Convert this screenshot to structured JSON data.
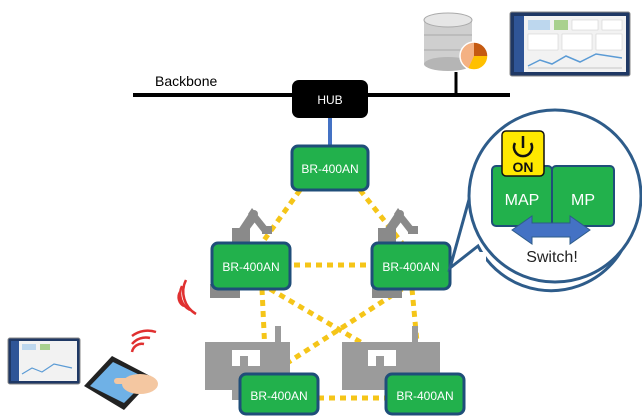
{
  "backbone": {
    "label": "Backbone"
  },
  "hub": {
    "label": "HUB"
  },
  "nodes": [
    {
      "id": "top",
      "label": "BR-400AN"
    },
    {
      "id": "left",
      "label": "BR-400AN"
    },
    {
      "id": "right",
      "label": "BR-400AN"
    },
    {
      "id": "bottom-left",
      "label": "BR-400AN"
    },
    {
      "id": "bottom-right",
      "label": "BR-400AN"
    }
  ],
  "callout": {
    "power_label": "ON",
    "map_label": "MAP",
    "mp_label": "MP",
    "switch_label": "Switch!"
  },
  "colors": {
    "node_fill": "#22b14c",
    "node_border": "#1f4e79",
    "mesh_link": "#f5c518",
    "hub_fill": "#000000",
    "callout_border": "#2e5c8a",
    "power_badge": "#ffe800",
    "arrow": "#4472c4",
    "uplink": "#4472c4"
  },
  "icons": [
    "database-icon",
    "pie-chart-icon",
    "monitor-dashboard-icon",
    "tablet-touch-icon",
    "wireless-signal-icon",
    "robot-arm-icon",
    "machine-icon",
    "power-icon"
  ]
}
